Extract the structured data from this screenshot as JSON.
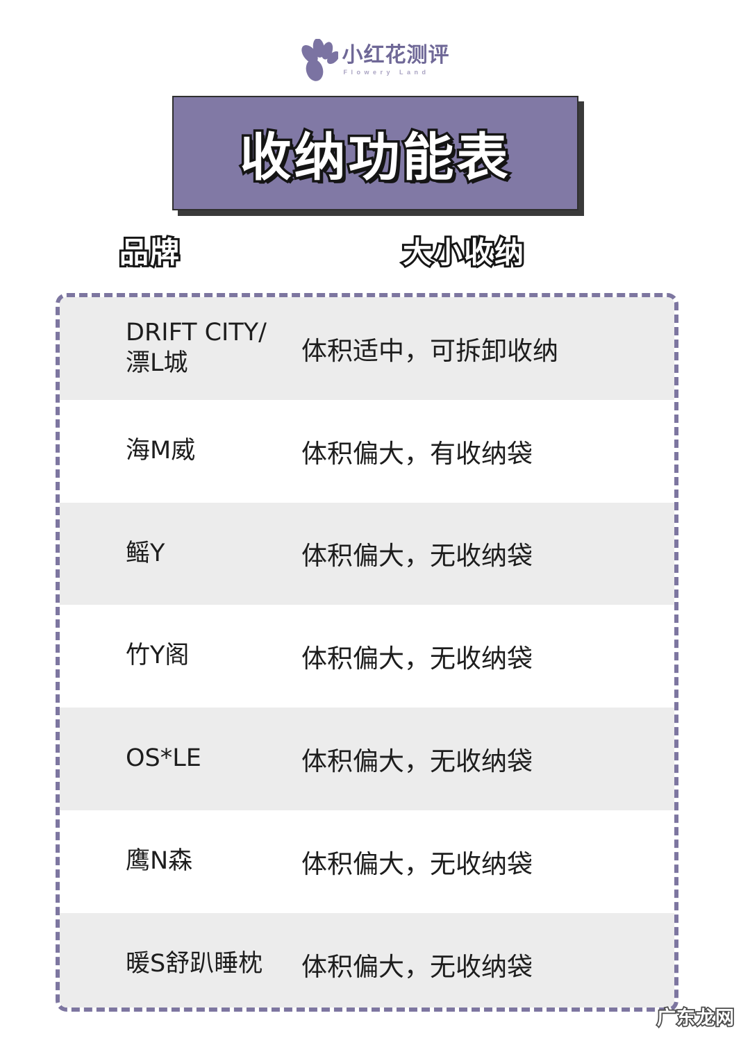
{
  "logo": {
    "icon": "flower-logo-icon",
    "cn_name": "小红花测评",
    "en_name": "Flowery Land"
  },
  "title_banner": {
    "text": "收纳功能表",
    "background_color": "#8179a5",
    "text_color": "#ffffff",
    "outline_color": "#151515"
  },
  "columns": {
    "brand_header": "品牌",
    "feature_header": "大小收纳"
  },
  "table": {
    "border_color": "#7d76a0",
    "shaded_row_color": "#ececec",
    "plain_row_color": "#ffffff",
    "rows": [
      {
        "brand": "DRIFT CITY/漂L城",
        "feature": "体积适中，可拆卸收纳"
      },
      {
        "brand": "海M威",
        "feature": "体积偏大，有收纳袋"
      },
      {
        "brand": "鳐Y",
        "feature": "体积偏大，无收纳袋"
      },
      {
        "brand": "竹Y阁",
        "feature": "体积偏大，无收纳袋"
      },
      {
        "brand": "OS*LE",
        "feature": "体积偏大，无收纳袋"
      },
      {
        "brand": "鹰N森",
        "feature": "体积偏大，无收纳袋"
      },
      {
        "brand": "暖S舒趴睡枕",
        "feature": "体积偏大，无收纳袋"
      }
    ]
  },
  "watermark": {
    "cn": "小红花测评",
    "en": "Flowery Land"
  },
  "site_watermark": {
    "text": "广东龙网"
  }
}
